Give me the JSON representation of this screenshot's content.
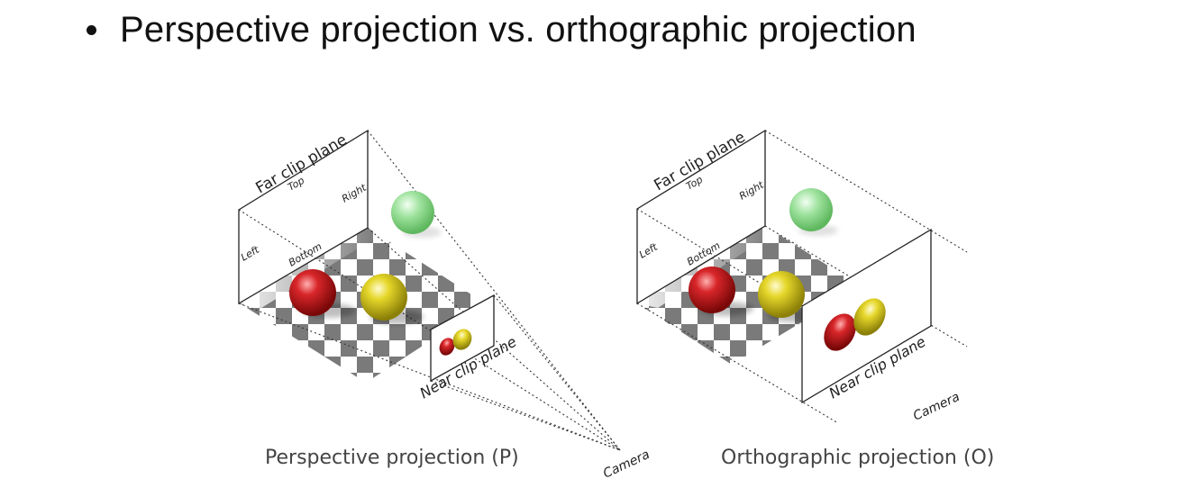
{
  "slide": {
    "heading": "Perspective projection vs. orthographic projection"
  },
  "perspective": {
    "caption": "Perspective projection (P)",
    "far_plane": "Far clip plane",
    "near_plane": "Near clip plane",
    "top": "Top",
    "right": "Right",
    "left": "Left",
    "bottom": "Bottom",
    "camera": "Camera"
  },
  "orthographic": {
    "caption": "Orthographic projection (O)",
    "far_plane": "Far clip plane",
    "near_plane": "Near clip plane",
    "top": "Top",
    "right": "Right",
    "left": "Left",
    "bottom": "Bottom",
    "camera": "Camera"
  },
  "colors": {
    "red_sphere": "#c8161c",
    "yellow_sphere": "#d9cc1a",
    "green_sphere": "#8fd98f",
    "checker_dark": "#7a7a7a"
  }
}
